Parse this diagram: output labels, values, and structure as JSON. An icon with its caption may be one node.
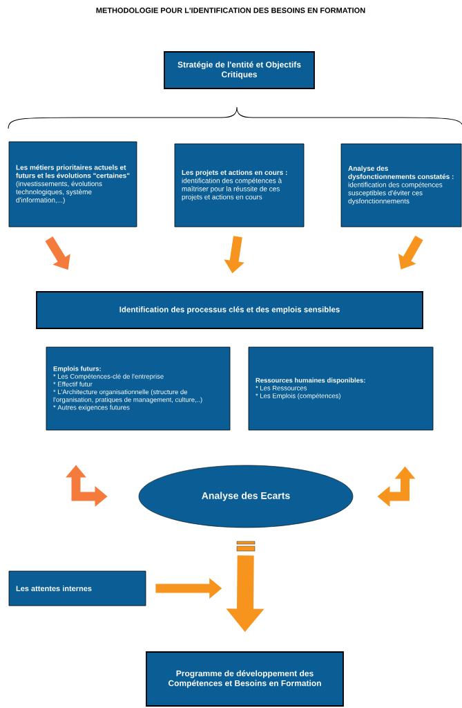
{
  "diagram": {
    "title": "METHODOLOGIE POUR L'IDENTIFICATION DES BESOINS EN FORMATION",
    "nodes": [
      {
        "text": [
          "Stratégie de l'entité et Objectifs Critiques"
        ]
      },
      {
        "text": [
          "Les métiers prioritaires actuels et futurs et les évolutions \"certaines\"",
          "(investissements, évolutions technologiques, système d'information,...)"
        ]
      },
      {
        "text": [
          "**Les projets et actions en cours :** identification des compétences à maîtriser pour la réussite de ces projets et actions en cours"
        ]
      },
      {
        "text": [
          "**Analyse des dysfonctionnements constatés :** identification des compétences susceptibles d'éviter ces dysfonctionnements"
        ]
      },
      {
        "text": [
          "Identification des processus clés et des emplois sensibles"
        ]
      },
      {
        "text": [
          "Emplois futurs:",
          "* Les Compétences-clé de l'entreprise",
          "* Effectif futur",
          "* L'Architecture organisationnelle (structure de l'organisation, pratiques de management, culture,..)",
          "* Autres exigences futures"
        ]
      },
      {
        "text": [
          "Ressources humaines disponibles:",
          "* Les Ressources",
          "* Les Emplois (compétences)"
        ]
      },
      {
        "text": [
          "Analyse des Ecarts"
        ]
      },
      {
        "text": [
          "Les attentes internes"
        ]
      },
      {
        "text": [
          "Programme de développement des Compétences et Besoins en Formation"
        ]
      }
    ],
    "edges": [
      {
        "from": 1,
        "to": 4,
        "arrow": "to",
        "color": "#f47b3c"
      },
      {
        "from": 2,
        "to": 4,
        "arrow": "to"
      },
      {
        "from": 3,
        "to": 4,
        "arrow": "to"
      },
      {
        "from": 5,
        "to": 7,
        "arrow": "both",
        "color": "#f47b3c"
      },
      {
        "from": 6,
        "to": 7,
        "arrow": "both"
      },
      {
        "from": 7,
        "to": 9,
        "arrow": "to",
        "style": "thick"
      },
      {
        "from": 8,
        "to": null,
        "arrow": "to"
      }
    ]
  }
}
